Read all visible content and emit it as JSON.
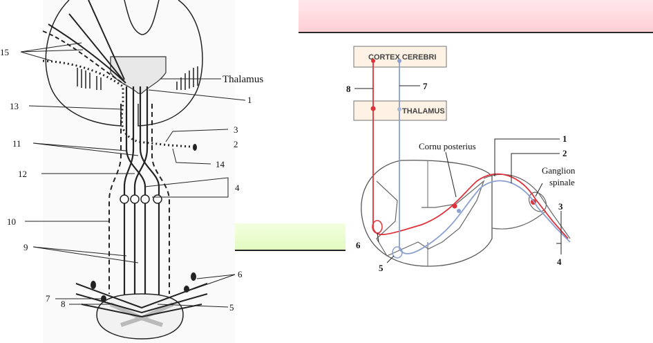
{
  "left_figure": {
    "labels": {
      "l15": "15",
      "thalamus": "Thalamus",
      "l1": "1",
      "l13": "13",
      "l3": "3",
      "l11": "11",
      "l2": "2",
      "l14": "14",
      "l12": "12",
      "l4": "4",
      "l10": "10",
      "l9": "9",
      "l6": "6",
      "l7": "7",
      "l8": "8",
      "l5": "5"
    }
  },
  "right_figure": {
    "cortex_box": "CORTEX CEREBRI",
    "thalamus_box": "THALAMUS",
    "cornu_posterius": "Cornu posterius",
    "ganglion": "Ganglion",
    "spinale": "spinale",
    "labels": {
      "r8": "8",
      "r7": "7",
      "r1": "1",
      "r2": "2",
      "r3": "3",
      "r4": "4",
      "r5": "5",
      "r6": "6"
    }
  },
  "colors": {
    "red_tract": "#e0303a",
    "blue_tract": "#8aa0d0",
    "banner_pink": "#ffd6db",
    "banner_green": "#eaffcc"
  }
}
